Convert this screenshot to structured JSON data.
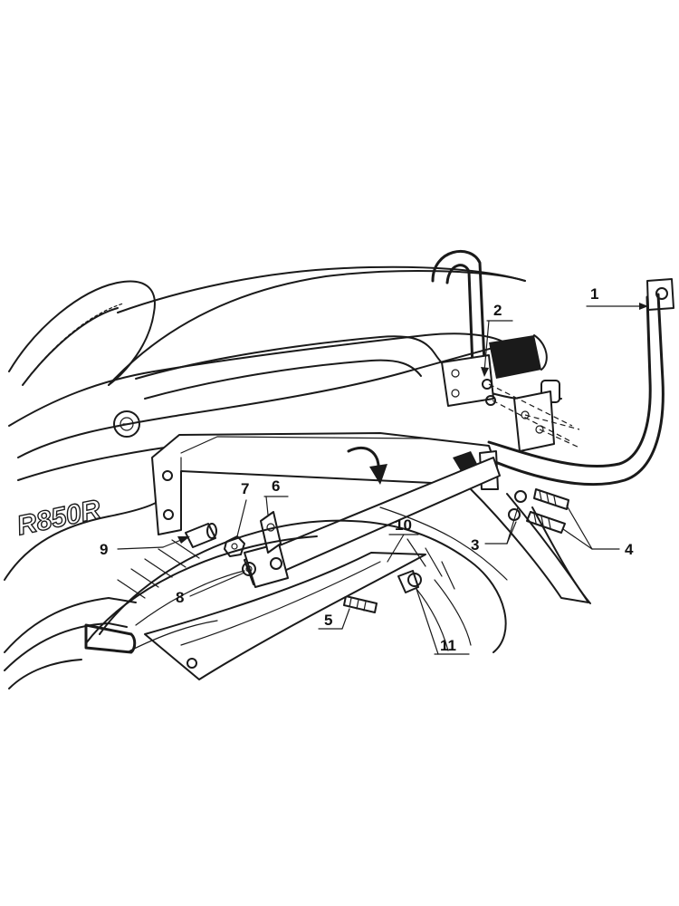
{
  "diagram": {
    "model_badge": "R850R",
    "callouts": [
      {
        "id": "1",
        "label": "1"
      },
      {
        "id": "2",
        "label": "2"
      },
      {
        "id": "3",
        "label": "3"
      },
      {
        "id": "4",
        "label": "4"
      },
      {
        "id": "5",
        "label": "5"
      },
      {
        "id": "6",
        "label": "6"
      },
      {
        "id": "7",
        "label": "7"
      },
      {
        "id": "8",
        "label": "8"
      },
      {
        "id": "9",
        "label": "9"
      },
      {
        "id": "10",
        "label": "10"
      },
      {
        "id": "11",
        "label": "11"
      }
    ]
  }
}
